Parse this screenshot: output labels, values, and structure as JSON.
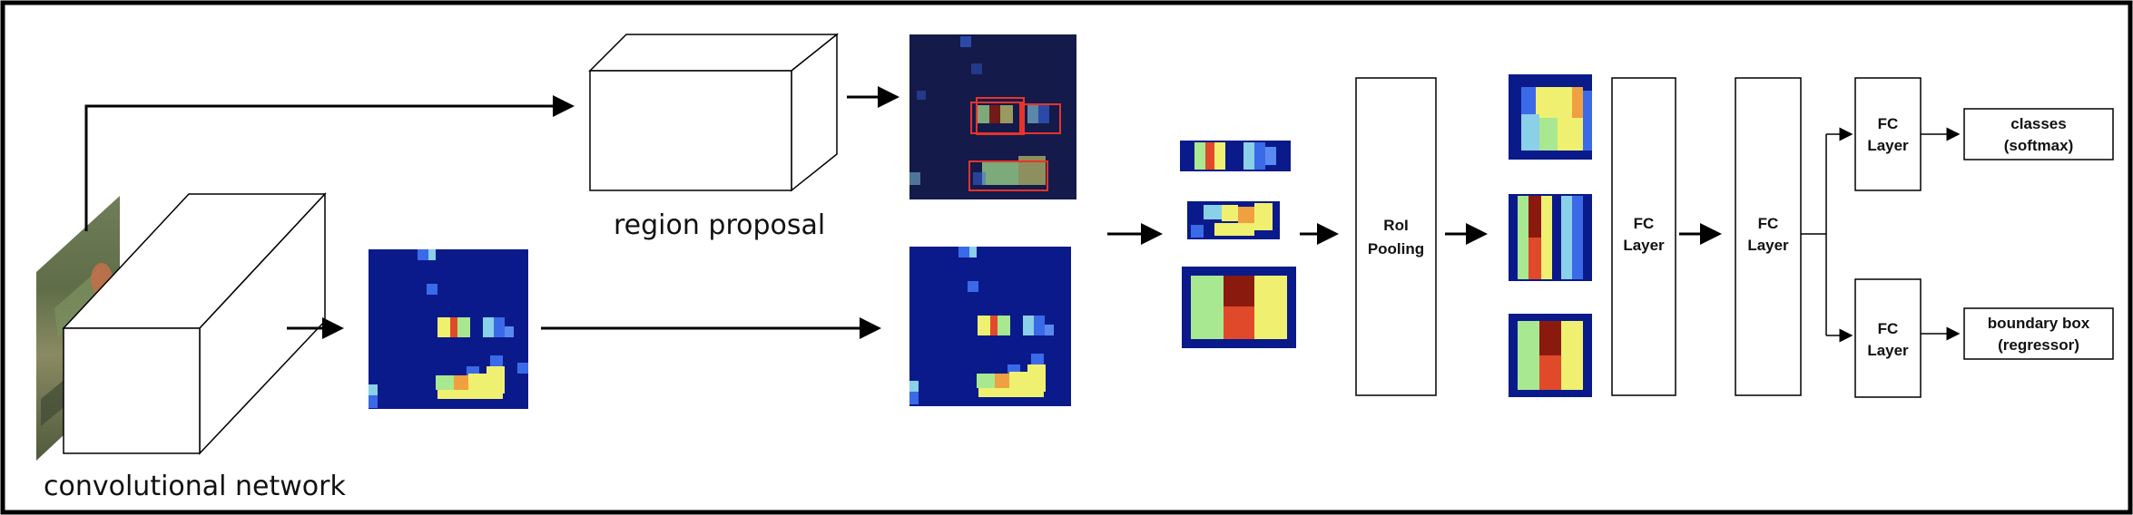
{
  "labels": {
    "conv_network": "convolutional network",
    "region_proposal": "region proposal",
    "roi_pooling_line1": "RoI",
    "roi_pooling_line2": "Pooling",
    "fc1_line1": "FC",
    "fc1_line2": "Layer",
    "fc2_line1": "FC",
    "fc2_line2": "Layer",
    "fc3_line1": "FC",
    "fc3_line2": "Layer",
    "fc4_line1": "FC",
    "fc4_line2": "Layer",
    "classes_line1": "classes",
    "classes_line2": "(softmax)",
    "bbox_line1": "boundary box",
    "bbox_line2": "(regressor)"
  },
  "colors": {
    "frame": "#000000",
    "heatmap_bg": "#0a1a8a",
    "heatmap_bg_dim": "#141a4a",
    "proposal_box": "#e8332a",
    "cell_dark_red": "#8b1a0e",
    "cell_red": "#e04a2a",
    "cell_yellow": "#f0f070",
    "cell_light_green": "#a8e890",
    "cell_cyan": "#8ad0e8",
    "cell_blue": "#3a6ae8",
    "cell_orange": "#f0a040"
  },
  "icons": {
    "input_image": "input-photo-thumbnail"
  }
}
